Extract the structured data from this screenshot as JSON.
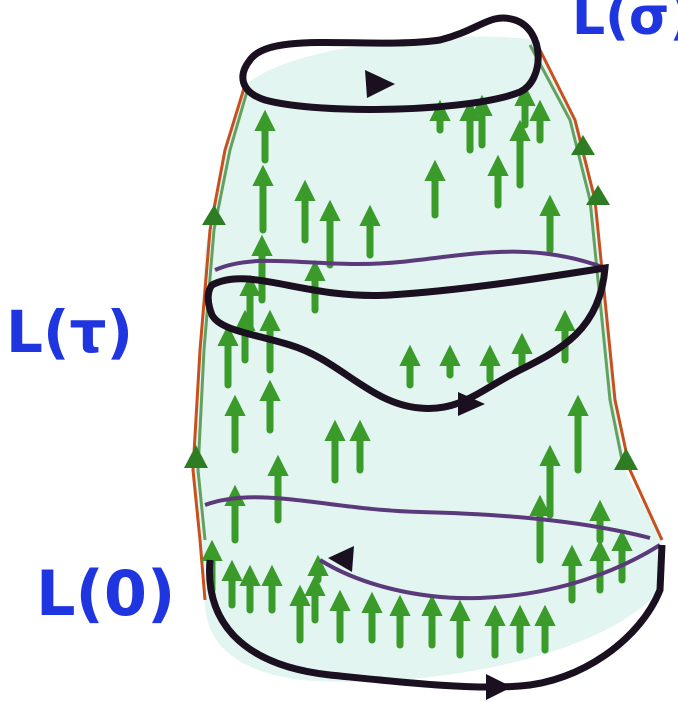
{
  "labels": {
    "top": "L(σ)",
    "middle": "L(τ)",
    "bottom": "L(0)"
  },
  "colors": {
    "loop": "#1a1020",
    "loop_faint": "#5a3a7a",
    "arrow": "#3a9a2a",
    "arrow_dark": "#2e7d22",
    "surface_fill": "#d8f1ec",
    "edge": "#c8501e",
    "label": "#1f35e0"
  },
  "icons": {
    "flow_arrow": "up-arrow-icon",
    "loop_direction": "arrowhead-icon"
  }
}
